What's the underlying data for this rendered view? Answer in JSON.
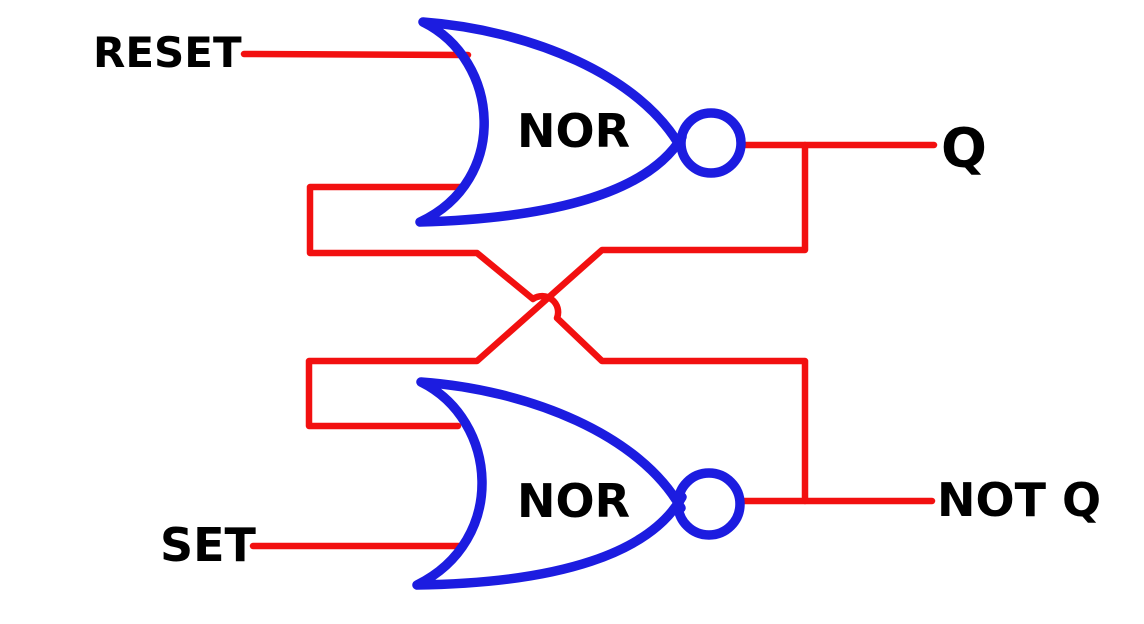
{
  "diagram": {
    "labels": {
      "reset": "RESET",
      "set": "SET",
      "q": "Q",
      "not_q": "NOT Q"
    },
    "gates": [
      {
        "label": "NOR"
      },
      {
        "label": "NOR"
      }
    ],
    "colors": {
      "wire": "#f21010",
      "gate": "#1c1ce0",
      "text": "#000000",
      "background": "#ffffff"
    }
  }
}
